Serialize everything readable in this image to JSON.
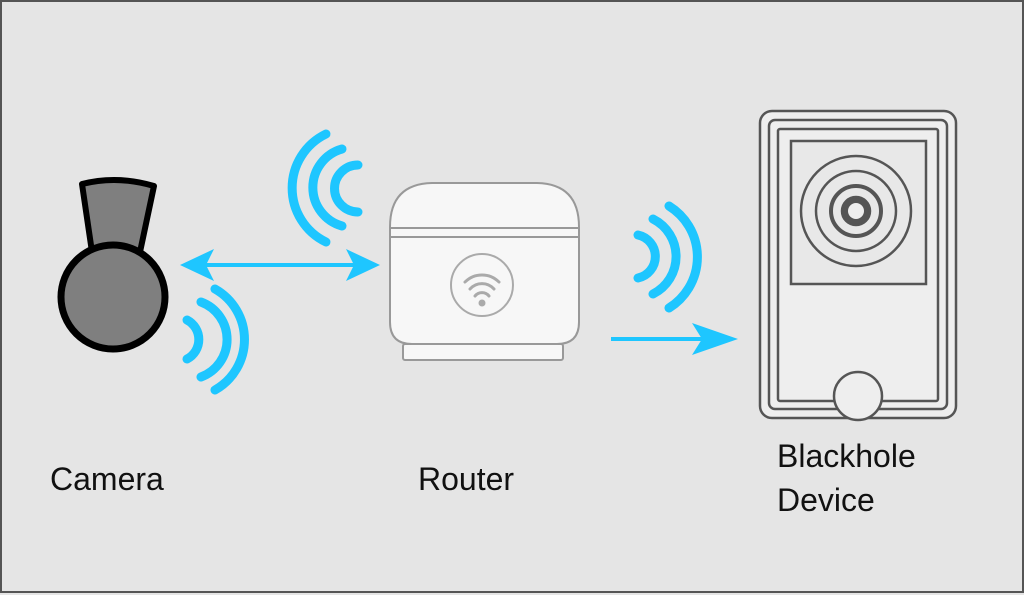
{
  "labels": {
    "camera": "Camera",
    "router": "Router",
    "blackhole_line1": "Blackhole",
    "blackhole_line2": "Device"
  },
  "colors": {
    "signal": "#1ec6ff",
    "background": "#e5e5e5",
    "outline": "#555555",
    "camera_body": "#7f7f7f",
    "router_body": "#f7f7f7",
    "device_body": "#eeeeee"
  },
  "icons": {
    "router_badge": "wifi-icon"
  }
}
